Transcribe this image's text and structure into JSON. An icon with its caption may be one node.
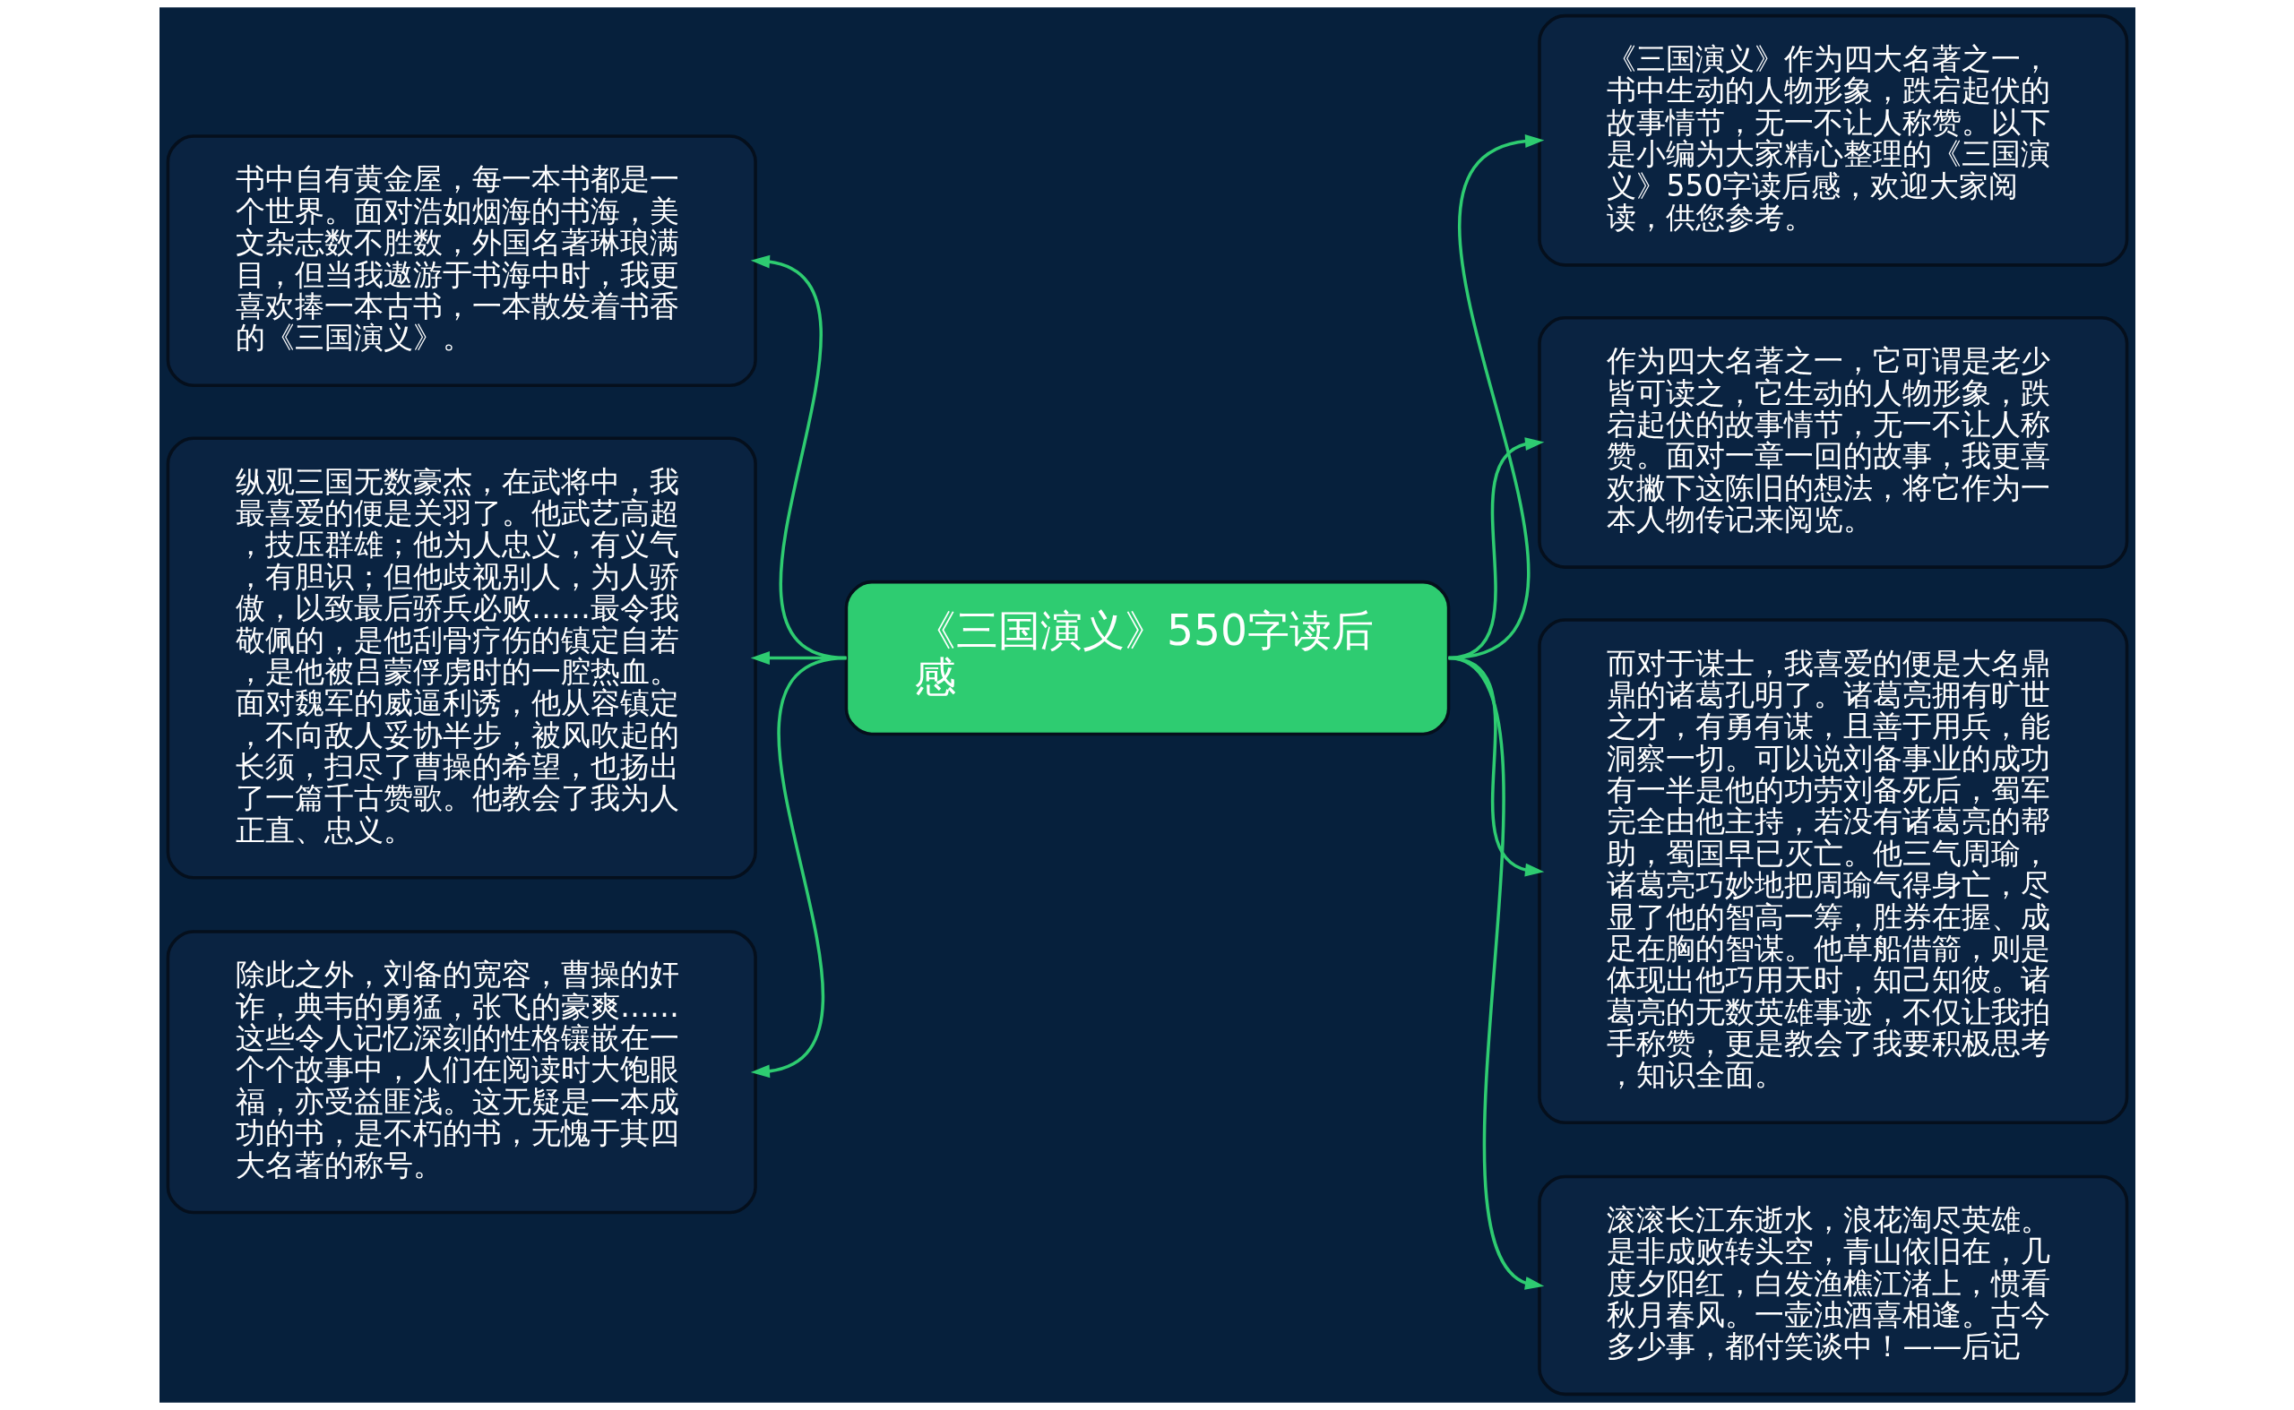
{
  "diagram": {
    "nodes": [
      {
        "text": [
          "《三国演义》550字读后感"
        ]
      },
      {
        "text": [
          "书中自有黄金屋，每一本书都是一个世界。面对浩如烟海的书海，美文杂志数不胜数，外国名著琳琅满目，但当我遨游于书海中时，我更喜欢捧一本古书，一本散发着书香的《三国演义》。"
        ]
      },
      {
        "text": [
          "纵观三国无数豪杰，在武将中，我最喜爱的便是关羽了。他武艺高超，技压群雄；他为人忠义，有义气，有胆识；但他歧视别人，为人骄傲，以致最后骄兵必败……最令我敬佩的，是他刮骨疗伤的镇定自若，是他被吕蒙俘虏时的一腔热血。面对魏军的威逼利诱，他从容镇定，不向敌人妥协半步，被风吹起的长须，扫尽了曹操的希望，也扬出了一篇千古赞歌。他教会了我为人正直、忠义。"
        ]
      },
      {
        "text": [
          "除此之外，刘备的宽容，曹操的奸诈，典韦的勇猛，张飞的豪爽……这些令人记忆深刻的性格镶嵌在一个个故事中，人们在阅读时大饱眼福，亦受益匪浅。这无疑是一本成功的书，是不朽的书，无愧于其四大名著的称号。"
        ]
      },
      {
        "text": [
          "《三国演义》作为四大名著之一，书中生动的人物形象，跌宕起伏的故事情节，无一不让人称赞。以下是小编为大家精心整理的《三国演义》550字读后感，欢迎大家阅读，供您参考。"
        ]
      },
      {
        "text": [
          "作为四大名著之一，它可谓是老少皆可读之，它生动的人物形象，跌宕起伏的故事情节，无一不让人称赞。面对一章一回的故事，我更喜欢撇下这陈旧的想法，将它作为一本人物传记来阅览。"
        ]
      },
      {
        "text": [
          "而对于谋士，我喜爱的便是大名鼎鼎的诸葛孔明了。诸葛亮拥有旷世之才，有勇有谋，且善于用兵，能洞察一切。可以说刘备事业的成功有一半是他的功劳刘备死后，蜀军完全由他主持，若没有诸葛亮的帮助，蜀国早已灭亡。他三气周瑜，诸葛亮巧妙地把周瑜气得身亡，尽显了他的智高一筹，胜券在握、成足在胸的智谋。他草船借箭，则是体现出他巧用天时，知己知彼。诸葛亮的无数英雄事迹，不仅让我拍手称赞，更是教会了我要积极思考，知识全面。"
        ]
      },
      {
        "text": [
          "滚滚长江东逝水，浪花淘尽英雄。是非成败转头空，青山依旧在，几度夕阳红，白发渔樵江渚上，惯看秋月春风。一壶浊酒喜相逢。古今多少事，都付笑谈中！——后记"
        ]
      }
    ],
    "edges": [
      {
        "from": 0,
        "to": 1,
        "arrow": "to"
      },
      {
        "from": 0,
        "to": 2,
        "arrow": "to"
      },
      {
        "from": 0,
        "to": 3,
        "arrow": "to"
      },
      {
        "from": 0,
        "to": 4,
        "arrow": "to"
      },
      {
        "from": 0,
        "to": 5,
        "arrow": "to"
      },
      {
        "from": 0,
        "to": 6,
        "arrow": "to"
      },
      {
        "from": 0,
        "to": 7,
        "arrow": "to"
      }
    ]
  }
}
